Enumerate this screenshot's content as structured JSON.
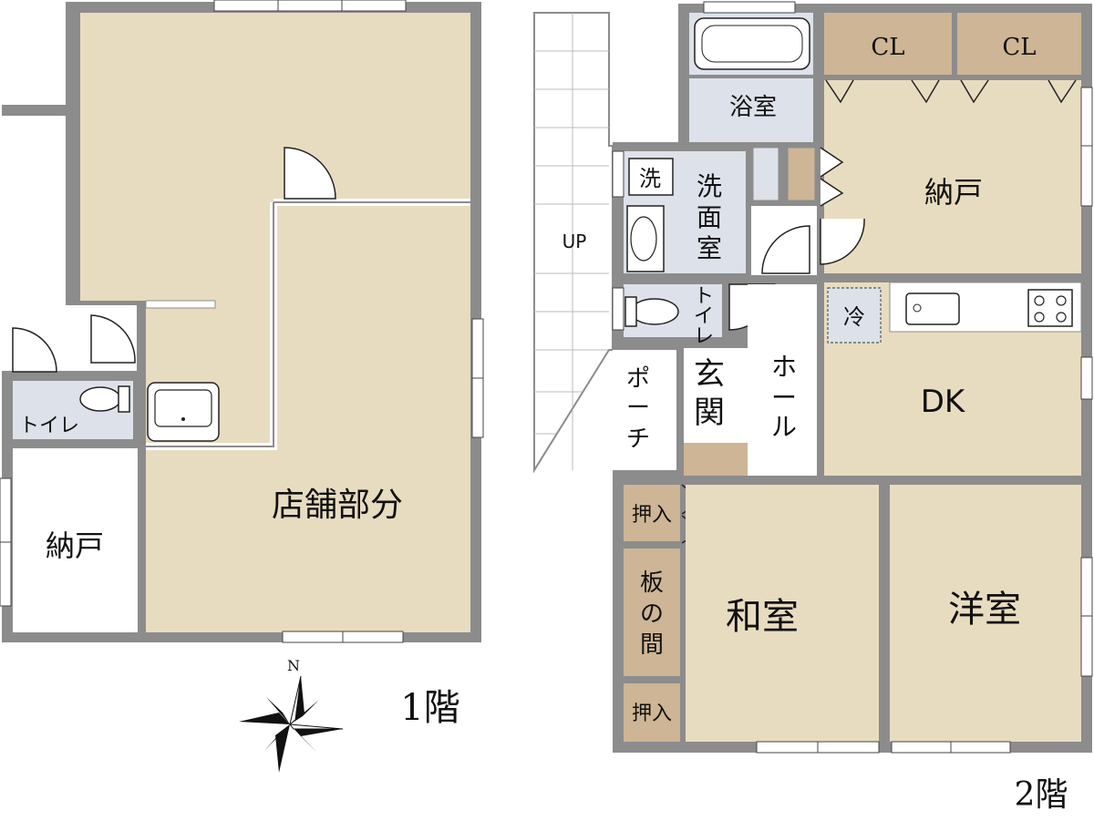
{
  "colors": {
    "room_tan": "#e8dcc0",
    "wet_blue": "#dde2ea",
    "storage_brown": "#cdb595",
    "wall_gray": "#8c8c8c",
    "line_dark": "#222222",
    "bg": "#ffffff"
  },
  "floor1": {
    "title": "1階",
    "rooms": {
      "shop": "店舗部分",
      "toilet": "トイレ",
      "storage": "納戸"
    }
  },
  "floor2": {
    "title": "2階",
    "rooms": {
      "stairs": "UP",
      "bath": "浴室",
      "closet_left": "CL",
      "closet_right": "CL",
      "storage": "納戸",
      "washer": "洗",
      "washroom": "洗面室",
      "toilet": "トイレ",
      "fridge": "冷",
      "porch": "ポーチ",
      "entrance": "玄関",
      "hall": "ホール",
      "dk": "DK",
      "oshiire_top": "押入",
      "itanoma": "板の間",
      "oshiire_bottom": "押入",
      "japanese_room": "和室",
      "western_room": "洋室"
    }
  },
  "compass": {
    "north": "N",
    "icon": "compass-rose-icon"
  }
}
